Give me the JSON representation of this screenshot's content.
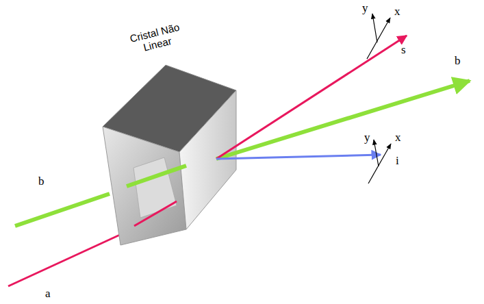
{
  "diagram": {
    "labels": [
      "Cristal Não Linear",
      "b",
      "a",
      "s",
      "b",
      "i",
      "y",
      "x",
      "y",
      "x"
    ]
  }
}
